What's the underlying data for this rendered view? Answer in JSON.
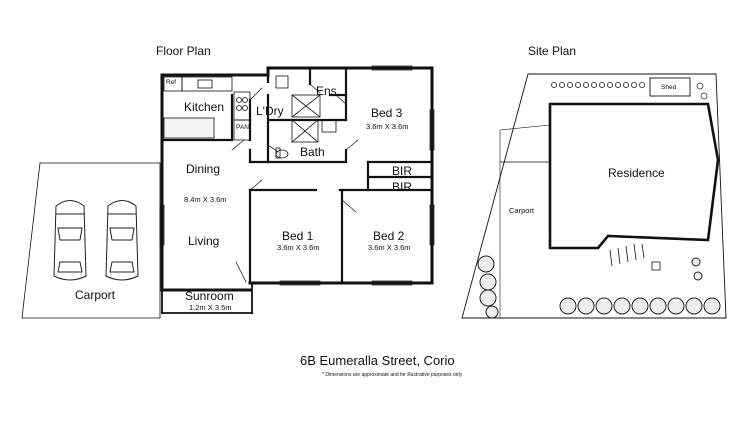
{
  "floor_plan": {
    "heading": "Floor Plan",
    "rooms": {
      "ref": "Ref",
      "kitchen": "Kitchen",
      "pan": "PAN",
      "ldry": "L'Dry",
      "ens": "Ens",
      "bath": "Bath",
      "bed3": "Bed 3",
      "bed3_dim": "3.6m X 3.6m",
      "bir_upper": "BIR",
      "bir_lower": "BIR",
      "dining": "Dining",
      "dining_dim": "8.4m X 3.6m",
      "living": "Living",
      "bed1": "Bed 1",
      "bed1_dim": "3.6m X 3.6m",
      "bed2": "Bed 2",
      "bed2_dim": "3.6m X 3.6m",
      "sunroom": "Sunroom",
      "sunroom_dim": "1.2m X 3.5m",
      "carport": "Carport"
    }
  },
  "site_plan": {
    "heading": "Site Plan",
    "shed": "Shed",
    "residence": "Residence",
    "carport": "Carport"
  },
  "footer": {
    "address": "6B Eumeralla Street, Corio",
    "disclaimer": "* Dimensions are approximate and for illustrative purposes only"
  }
}
